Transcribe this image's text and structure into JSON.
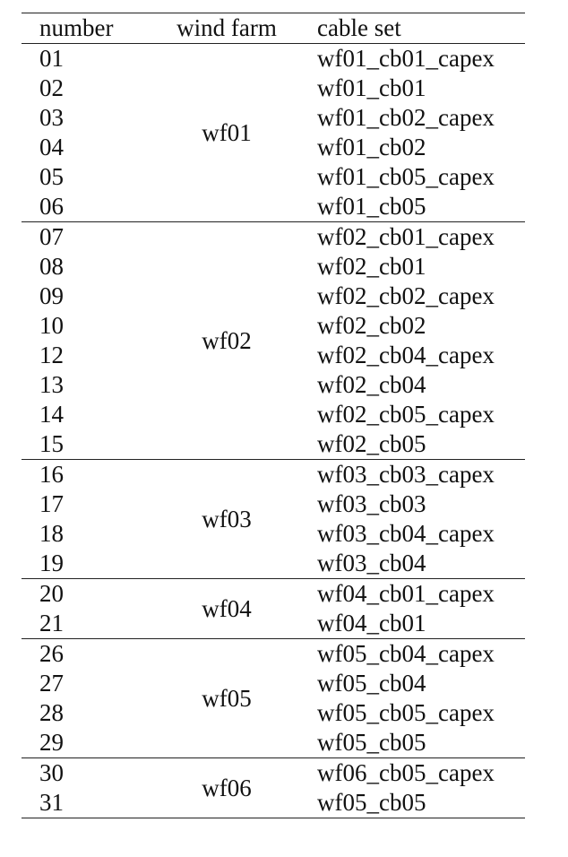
{
  "table": {
    "headers": {
      "number": "number",
      "wind_farm": "wind farm",
      "cable_set": "cable set"
    },
    "groups": [
      {
        "wind_farm": "wf01",
        "rows": [
          {
            "number": "01",
            "cable_set": "wf01_cb01_capex"
          },
          {
            "number": "02",
            "cable_set": "wf01_cb01"
          },
          {
            "number": "03",
            "cable_set": "wf01_cb02_capex"
          },
          {
            "number": "04",
            "cable_set": "wf01_cb02"
          },
          {
            "number": "05",
            "cable_set": "wf01_cb05_capex"
          },
          {
            "number": "06",
            "cable_set": "wf01_cb05"
          }
        ]
      },
      {
        "wind_farm": "wf02",
        "rows": [
          {
            "number": "07",
            "cable_set": "wf02_cb01_capex"
          },
          {
            "number": "08",
            "cable_set": "wf02_cb01"
          },
          {
            "number": "09",
            "cable_set": "wf02_cb02_capex"
          },
          {
            "number": "10",
            "cable_set": "wf02_cb02"
          },
          {
            "number": "12",
            "cable_set": "wf02_cb04_capex"
          },
          {
            "number": "13",
            "cable_set": "wf02_cb04"
          },
          {
            "number": "14",
            "cable_set": "wf02_cb05_capex"
          },
          {
            "number": "15",
            "cable_set": "wf02_cb05"
          }
        ]
      },
      {
        "wind_farm": "wf03",
        "rows": [
          {
            "number": "16",
            "cable_set": "wf03_cb03_capex"
          },
          {
            "number": "17",
            "cable_set": "wf03_cb03"
          },
          {
            "number": "18",
            "cable_set": "wf03_cb04_capex"
          },
          {
            "number": "19",
            "cable_set": "wf03_cb04"
          }
        ]
      },
      {
        "wind_farm": "wf04",
        "rows": [
          {
            "number": "20",
            "cable_set": "wf04_cb01_capex"
          },
          {
            "number": "21",
            "cable_set": "wf04_cb01"
          }
        ]
      },
      {
        "wind_farm": "wf05",
        "rows": [
          {
            "number": "26",
            "cable_set": "wf05_cb04_capex"
          },
          {
            "number": "27",
            "cable_set": "wf05_cb04"
          },
          {
            "number": "28",
            "cable_set": "wf05_cb05_capex"
          },
          {
            "number": "29",
            "cable_set": "wf05_cb05"
          }
        ]
      },
      {
        "wind_farm": "wf06",
        "rows": [
          {
            "number": "30",
            "cable_set": "wf06_cb05_capex"
          },
          {
            "number": "31",
            "cable_set": "wf05_cb05"
          }
        ]
      }
    ]
  }
}
